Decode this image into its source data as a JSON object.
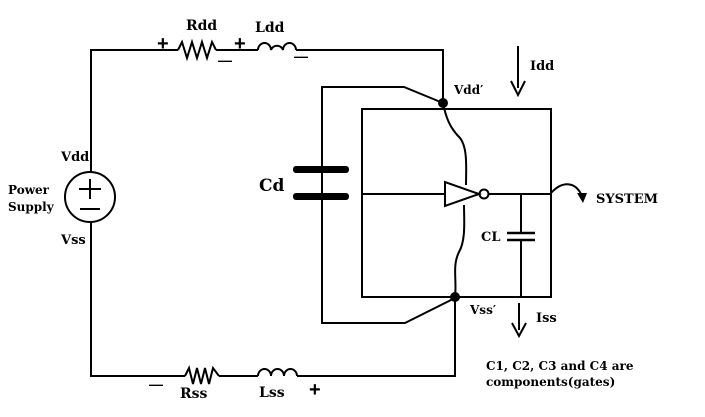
{
  "labels": {
    "rdd": "Rdd",
    "ldd": "Ldd",
    "rss": "Rss",
    "lss": "Lss",
    "vdd": "Vdd",
    "vss": "Vss",
    "power": "Power",
    "supply": "Supply",
    "cd": "Cd",
    "cl": "CL",
    "vdd_prime": "Vdd′",
    "vss_prime": "Vss′",
    "idd": "Idd",
    "iss": "Iss",
    "system": "SYSTEM",
    "note_line1": "C1, C2, C3 and C4 are",
    "note_line2": "components(gates)"
  },
  "signs": {
    "plus": "+",
    "minus": "—"
  }
}
